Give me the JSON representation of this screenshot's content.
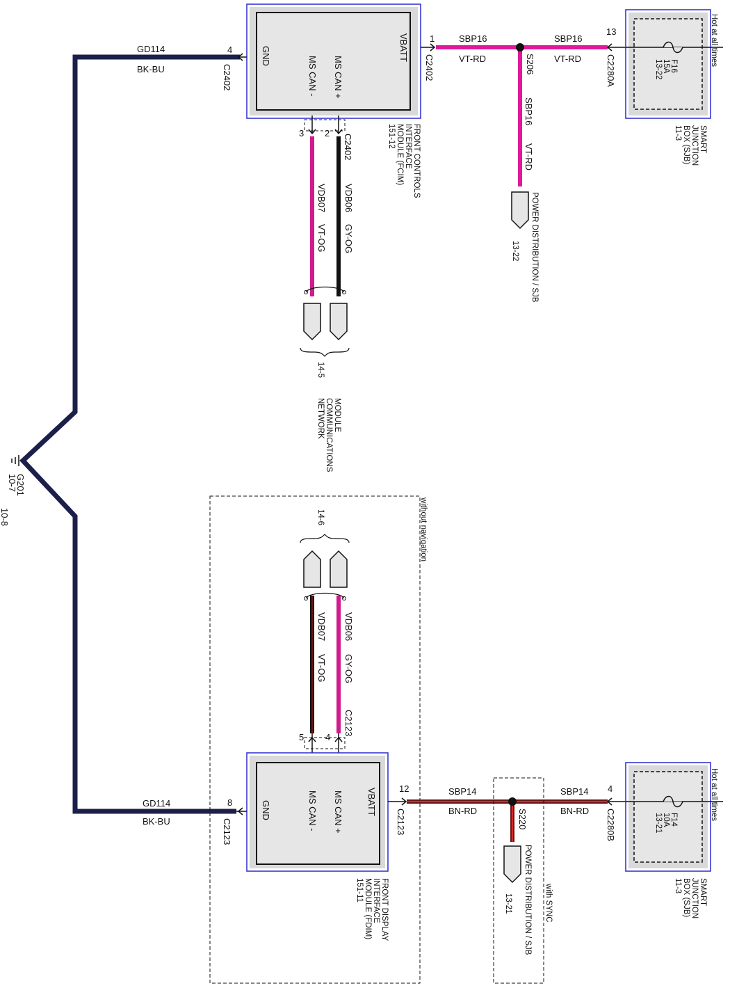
{
  "colors": {
    "background": "#ffffff",
    "wire_ground": "#1b1f4a",
    "wire_violet_red": "#e0199b",
    "wire_gray_orange": "#111111",
    "wire_violet_orange": "#d11a8c",
    "wire_brown_red": "#6b1414",
    "wire_brown_red_core": "#d22a2a",
    "module_frame": "#2a2ad0",
    "module_fill": "#d9d9d9",
    "component_fill": "#e6e6e6"
  },
  "icons": [
    "ground-icon",
    "fuse-icon",
    "connector-pin-icon",
    "splice-icon",
    "harness-connector-icon",
    "twisted-pair-icon"
  ],
  "ground": {
    "name": "G201",
    "ref1": "10-7",
    "ref2": "10-8"
  },
  "fcim": {
    "name_line1": "FRONT CONTROLS",
    "name_line2": "INTERFACE",
    "name_line3": "MODULE (FCIM)",
    "ref": "151-12",
    "pins": {
      "vbatt": "VBATT",
      "gnd": "GND",
      "can_plus": "MS CAN +",
      "can_minus": "MS CAN -"
    },
    "gnd_pin": "4",
    "gnd_connector": "C2402",
    "vbatt_pin": "1",
    "vbatt_connector": "C2402",
    "can_connector": "C2402",
    "can_plus_pin": "2",
    "can_minus_pin": "3"
  },
  "fdim": {
    "name_line1": "FRONT DISPLAY",
    "name_line2": "INTERFACE",
    "name_line3": "MODULE (FDIM)",
    "ref": "151-11",
    "pins": {
      "vbatt": "VBATT",
      "gnd": "GND",
      "can_plus": "MS CAN +",
      "can_minus": "MS CAN -"
    },
    "gnd_pin": "8",
    "gnd_connector": "C2123",
    "vbatt_pin": "12",
    "vbatt_connector": "C2123",
    "can_connector": "C2123",
    "can_plus_pin": "4",
    "can_minus_pin": "5"
  },
  "wires": {
    "gd114": "GD114",
    "bk_bu": "BK-BU",
    "sbp16": "SBP16",
    "vt_rd": "VT-RD",
    "sbp14": "SBP14",
    "bn_rd": "BN-RD",
    "vdb06": "VDB06",
    "gy_og": "GY-OG",
    "vdb07": "VDB07",
    "vt_og": "VT-OG"
  },
  "splices": {
    "top": "S206",
    "bottom": "S220"
  },
  "sjb_top": {
    "hot": "Hot at all times",
    "fuse": "F16",
    "amps": "15A",
    "ref": "13-22",
    "pin": "13",
    "connector": "C2280A",
    "name_line1": "SMART",
    "name_line2": "JUNCTION",
    "name_line3": "BOX (SJB)",
    "name_ref": "11-3"
  },
  "sjb_bottom": {
    "hot": "Hot at all times",
    "fuse": "F14",
    "amps": "10A",
    "ref": "13-21",
    "pin": "4",
    "connector": "C2280B",
    "name_line1": "SMART",
    "name_line2": "JUNCTION",
    "name_line3": "BOX (SJB)",
    "name_ref": "11-3"
  },
  "power_dist_top": {
    "label": "POWER DISTRIBUTION / SJB",
    "ref": "13-22"
  },
  "power_dist_bottom": {
    "label": "POWER DISTRIBUTION / SJB",
    "ref": "13-21"
  },
  "network": {
    "line1": "MODULE",
    "line2": "COMMUNICATIONS",
    "line3": "NETWORK",
    "ref_top": "14-5",
    "ref_bottom": "14-6"
  },
  "options": {
    "without_nav": "without navigation",
    "with_sync": "with SYNC"
  }
}
